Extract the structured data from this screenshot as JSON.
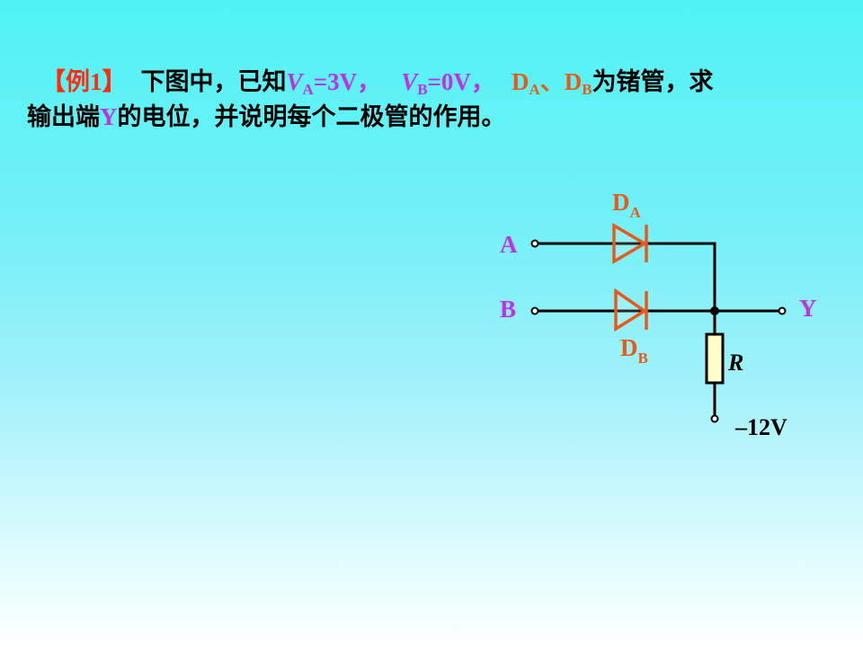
{
  "problem": {
    "line1": {
      "tag": "【例1】",
      "text_a": "下图中，已知",
      "va_symbol": "V",
      "va_sub": "A",
      "va_value": "=3V，",
      "vb_symbol": "V",
      "vb_sub": "B",
      "vb_value": "=0V，",
      "da_symbol": "D",
      "da_sub": "A",
      "separator": "、",
      "db_symbol": "D",
      "db_sub": "B",
      "text_b": "为锗管，求"
    },
    "line2": {
      "text_a": "输出端",
      "y_symbol": "Y",
      "text_b": "的电位，并说明每个二极管的作用。"
    }
  },
  "circuit": {
    "terminal_a": "A",
    "terminal_b": "B",
    "terminal_y": "Y",
    "diode_a_symbol": "D",
    "diode_a_sub": "A",
    "diode_b_symbol": "D",
    "diode_b_sub": "B",
    "resistor_label": "R",
    "supply_label": "–12V"
  },
  "colors": {
    "tag": "#ff2a10",
    "variable": "#c030e8",
    "diode": "#e85a1a",
    "terminal_label": "#c030e8",
    "resistor_fill": "#ffffc8",
    "wire": "#000000"
  }
}
